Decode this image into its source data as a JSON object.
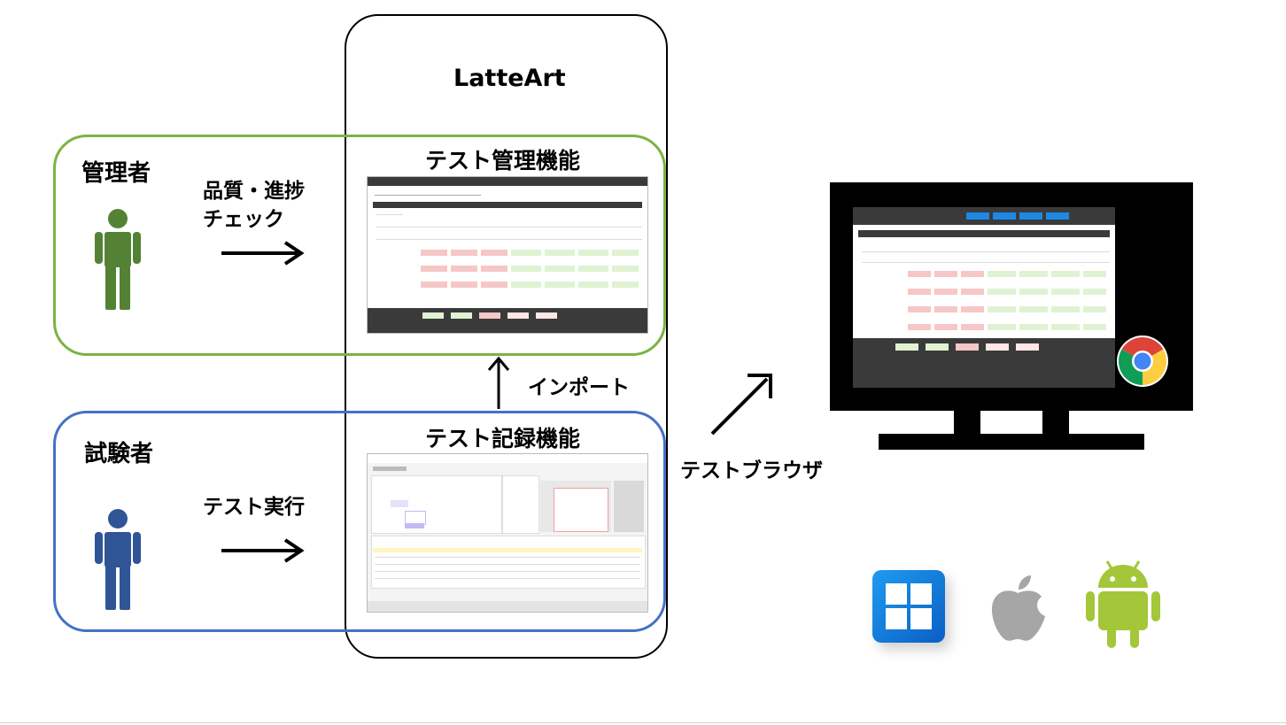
{
  "product": {
    "name": "LatteArt"
  },
  "roles": {
    "manager": {
      "label": "管理者",
      "action": "品質・進捗\nチェック"
    },
    "tester": {
      "label": "試験者",
      "action": "テスト実行"
    }
  },
  "functions": {
    "management": {
      "title": "テスト管理機能"
    },
    "recording": {
      "title": "テスト記録機能"
    }
  },
  "flows": {
    "import": "インポート",
    "browser": "テストブラウザ"
  },
  "colors": {
    "manager_frame": "#7cb342",
    "tester_frame": "#4472c4",
    "manager_person": "#548235",
    "tester_person": "#2f5597"
  },
  "icons": {
    "os": [
      "windows-icon",
      "apple-icon",
      "android-icon"
    ],
    "browser": "chrome-icon"
  }
}
